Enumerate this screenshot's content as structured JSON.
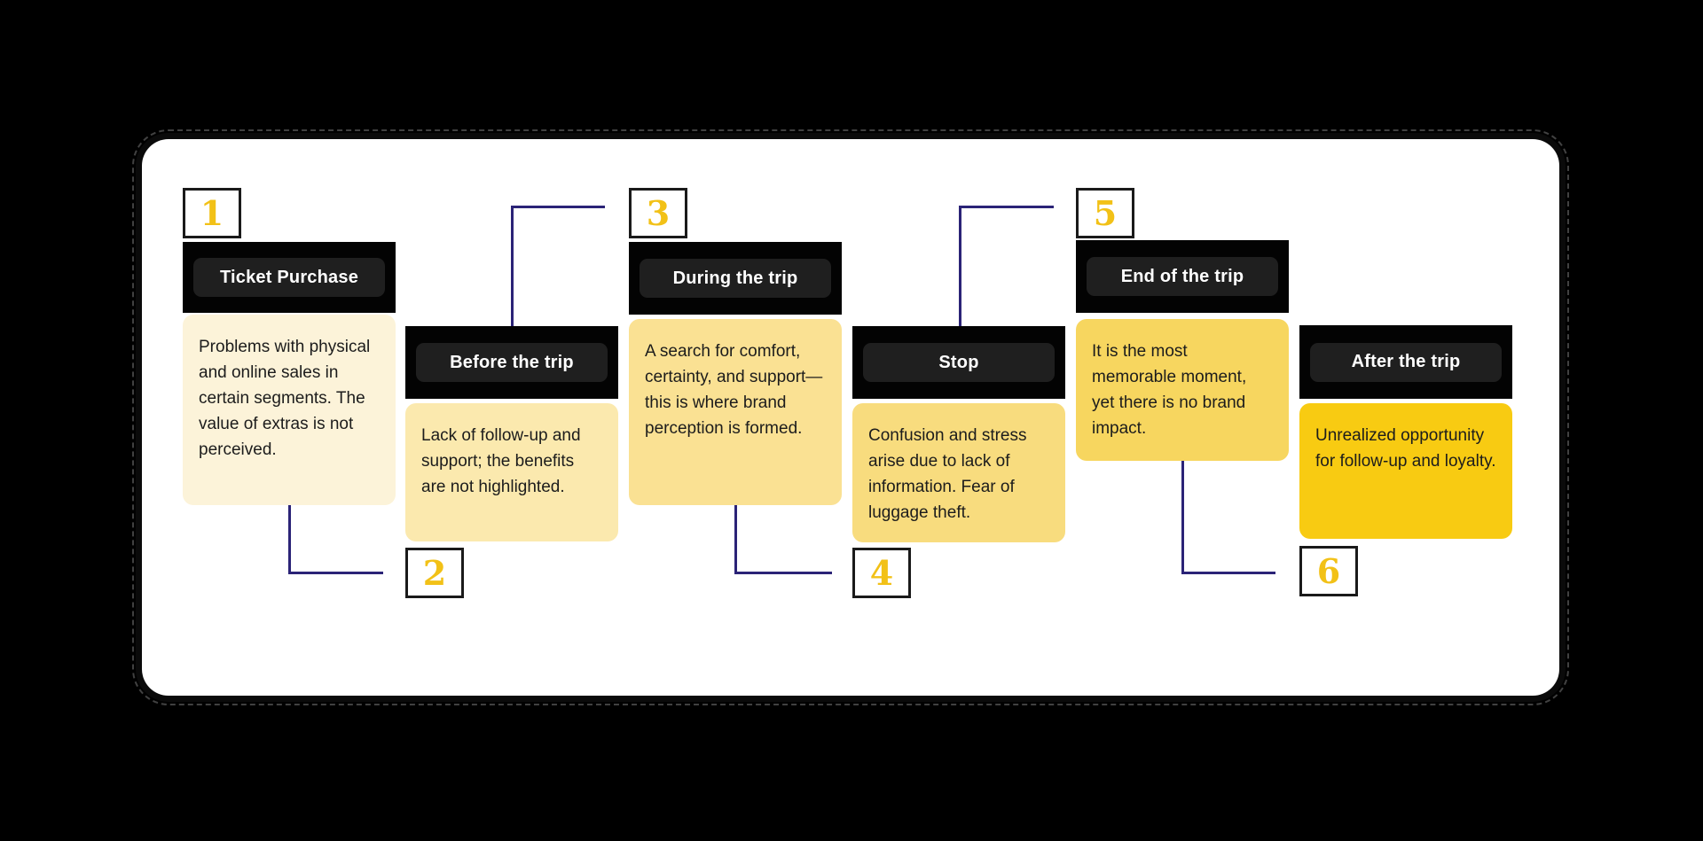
{
  "colors": {
    "background": "#000000",
    "card": "#FFFFFF",
    "header_bar": "#030303",
    "header_pill": "#1F1F1F",
    "header_text": "#FFFFFF",
    "connector": "#2B2377",
    "badge_border": "#1A1A1A",
    "badge_number": "#F2C117",
    "body_text": "#1C1C1C"
  },
  "journey": {
    "stages": [
      {
        "number": "1",
        "title": "Ticket Purchase",
        "description": "Problems with physical and online sales in certain segments. The value of extras is not perceived.",
        "body_color": "#FCF3D9",
        "badge_position": "top"
      },
      {
        "number": "2",
        "title": "Before the trip",
        "description": "Lack of follow-up and support; the benefits are not highlighted.",
        "body_color": "#FBE9AE",
        "badge_position": "bottom"
      },
      {
        "number": "3",
        "title": "During the trip",
        "description": "A search for comfort, certainty, and support—this is where brand perception is formed.",
        "body_color": "#FAE193",
        "badge_position": "top"
      },
      {
        "number": "4",
        "title": "Stop",
        "description": "Confusion and stress arise due to lack of information. Fear of luggage theft.",
        "body_color": "#F8DC7E",
        "badge_position": "bottom"
      },
      {
        "number": "5",
        "title": "End of the trip",
        "description": "It is the most memorable moment, yet there is no brand impact.",
        "body_color": "#F7D65F",
        "badge_position": "top"
      },
      {
        "number": "6",
        "title": "After the trip",
        "description": "Unrealized opportunity for follow-up and loyalty.",
        "body_color": "#F8CB12",
        "badge_position": "bottom"
      }
    ]
  }
}
